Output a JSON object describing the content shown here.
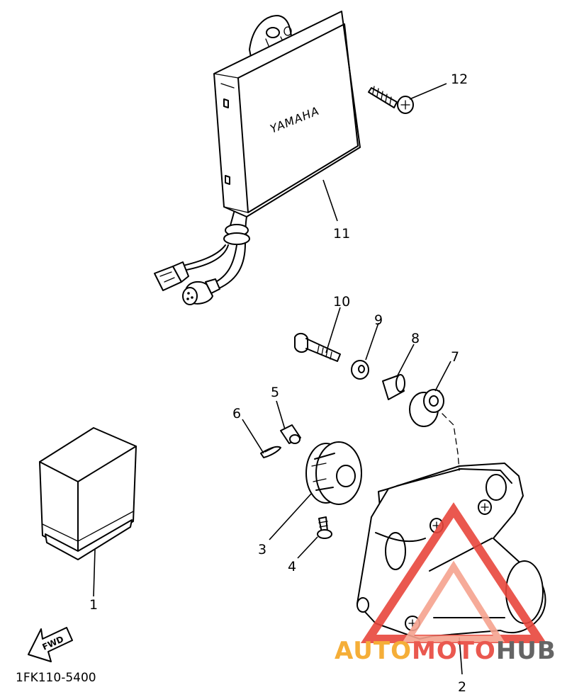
{
  "diagram": {
    "callouts": {
      "p1": "1",
      "p2": "2",
      "p3": "3",
      "p4": "4",
      "p5": "5",
      "p6": "6",
      "p7": "7",
      "p8": "8",
      "p9": "9",
      "p10": "10",
      "p11": "11",
      "p12": "12"
    },
    "module_brand": "YAMAHA",
    "direction_label": "FWD",
    "diagram_code": "1FK110-5400"
  },
  "watermark": {
    "part_auto": "AUTO",
    "part_moto": "MOTO",
    "part_hub": "HUB",
    "color_primary": "#e8463c",
    "color_secondary": "#f6a28f",
    "color_auto": "#f5a623",
    "color_hub": "#555555"
  }
}
